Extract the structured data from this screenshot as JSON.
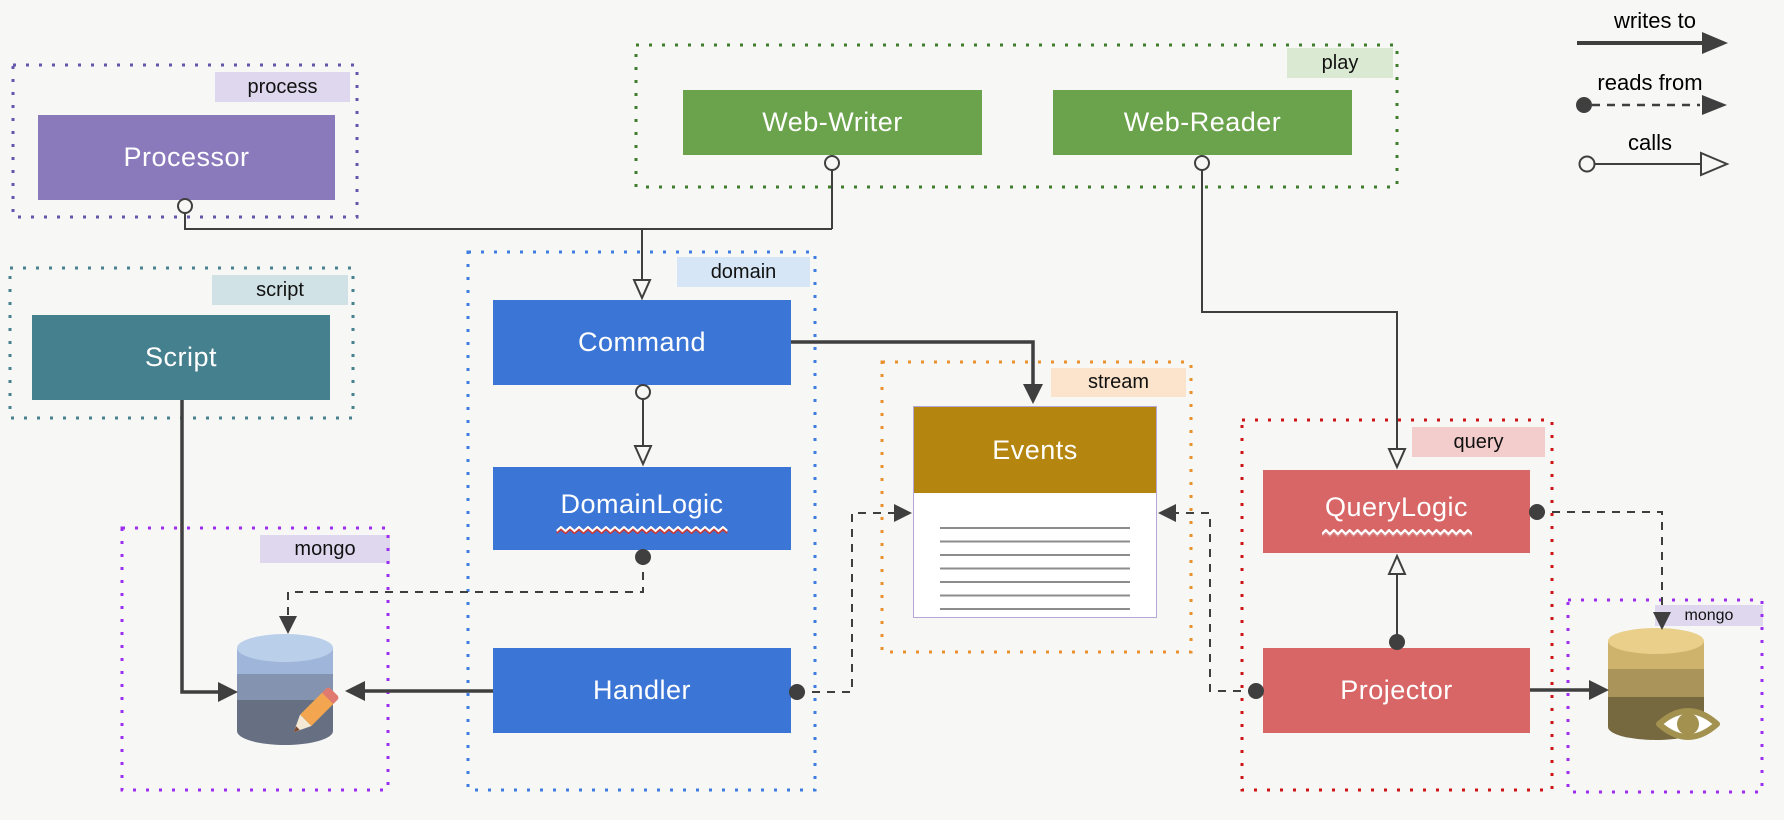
{
  "groups": {
    "process": {
      "label": "process",
      "border_color": "#6456aa"
    },
    "play": {
      "label": "play",
      "border_color": "#3f7d2c"
    },
    "script": {
      "label": "script",
      "border_color": "#48828f"
    },
    "domain": {
      "label": "domain",
      "border_color": "#3d7de0"
    },
    "stream": {
      "label": "stream",
      "border_color": "#e8922e"
    },
    "query": {
      "label": "query",
      "border_color": "#cc1616"
    },
    "mongo_left": {
      "label": "mongo",
      "border_color": "#9d2ef0"
    },
    "mongo_right": {
      "label": "mongo",
      "border_color": "#9d2ef0"
    }
  },
  "nodes": {
    "processor": {
      "label": "Processor",
      "color": "#8a7abc"
    },
    "web_writer": {
      "label": "Web-Writer",
      "color": "#6ba24c"
    },
    "web_reader": {
      "label": "Web-Reader",
      "color": "#6ba24c"
    },
    "script": {
      "label": "Script",
      "color": "#44808e"
    },
    "command": {
      "label": "Command",
      "color": "#3b76d6"
    },
    "domain_logic": {
      "label": "DomainLogic",
      "color": "#3b76d6",
      "spellcheck_squiggle": true
    },
    "handler": {
      "label": "Handler",
      "color": "#3b76d6"
    },
    "events": {
      "label": "Events",
      "color": "#b5860f",
      "shape": "entity-with-ruled-lines"
    },
    "query_logic": {
      "label": "QueryLogic",
      "color": "#d86666",
      "spellcheck_squiggle": true
    },
    "projector": {
      "label": "Projector",
      "color": "#d86666"
    }
  },
  "icons": {
    "mongo_left": "database-with-pencil-icon",
    "mongo_right": "database-with-eye-icon"
  },
  "legend": {
    "items": [
      {
        "label": "writes to",
        "style": "thick solid line, filled arrowhead"
      },
      {
        "label": "reads from",
        "style": "dashed line, filled dot source, filled arrowhead"
      },
      {
        "label": "calls",
        "style": "thin solid line, open circle source, open arrowhead"
      }
    ]
  },
  "edges": [
    {
      "from": "Processor",
      "to": "Command",
      "type": "calls"
    },
    {
      "from": "Web-Writer",
      "to": "Command",
      "type": "calls"
    },
    {
      "from": "Web-Reader",
      "to": "QueryLogic",
      "type": "calls"
    },
    {
      "from": "Command",
      "to": "DomainLogic",
      "type": "calls"
    },
    {
      "from": "Command",
      "to": "Events",
      "type": "writes to"
    },
    {
      "from": "DomainLogic",
      "to": "mongo (left)",
      "type": "reads from"
    },
    {
      "from": "Script",
      "to": "mongo (left)",
      "type": "writes to"
    },
    {
      "from": "Handler",
      "to": "mongo (left)",
      "type": "writes to"
    },
    {
      "from": "Handler",
      "to": "Events",
      "type": "reads from"
    },
    {
      "from": "Projector",
      "to": "Events",
      "type": "reads from"
    },
    {
      "from": "Projector",
      "to": "QueryLogic",
      "type": "calls"
    },
    {
      "from": "Projector",
      "to": "mongo (right)",
      "type": "writes to"
    },
    {
      "from": "QueryLogic",
      "to": "mongo (right)",
      "type": "reads from"
    }
  ],
  "colors": {
    "background": "#f7f7f6",
    "wire": "#3f3f3f",
    "badge_purple": "#ded7ee",
    "badge_green": "#d9e9d2",
    "badge_teal": "#d0e2e6",
    "badge_blue": "#d6e6f6",
    "badge_orange": "#fbe4cb",
    "badge_red": "#f3cccc",
    "events_border": "#b4a7d6"
  }
}
